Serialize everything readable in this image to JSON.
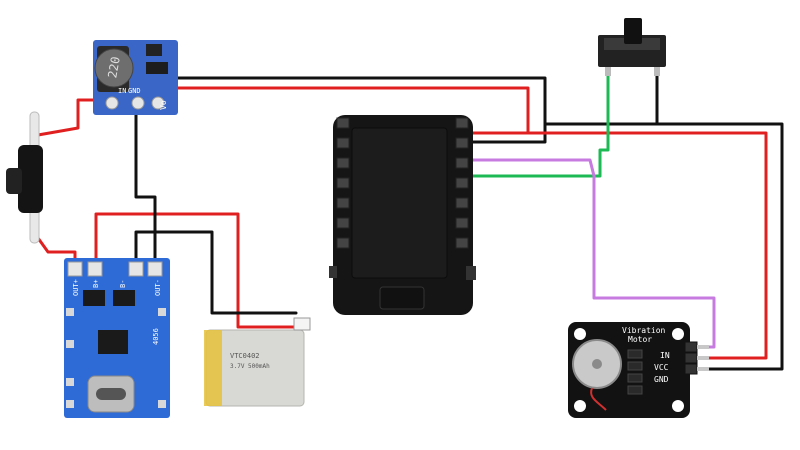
{
  "colors": {
    "wire_red": "#e02020",
    "wire_black": "#111111",
    "wire_green": "#1db954",
    "wire_purple": "#c77ae0",
    "boost_board": "#3a66c8",
    "charger_board": "#2f6bd6",
    "esp_board": "#151515",
    "motor_board": "#121212",
    "battery": "#d8d8d4"
  },
  "boost_module": {
    "capacitor_text": "220",
    "pin_labels": [
      "IN",
      "GND",
      "Vo"
    ]
  },
  "charger_module": {
    "top_pins": [
      "OUT+",
      "B+",
      "B-",
      "OUT-"
    ],
    "chip_label": "4056"
  },
  "battery": {
    "label_lines": [
      "VTC0402",
      "3.7V 500mAh"
    ]
  },
  "vibration_motor": {
    "title_lines": [
      "Vibration",
      "Motor"
    ],
    "pins": [
      "IN",
      "VCC",
      "GND"
    ]
  }
}
